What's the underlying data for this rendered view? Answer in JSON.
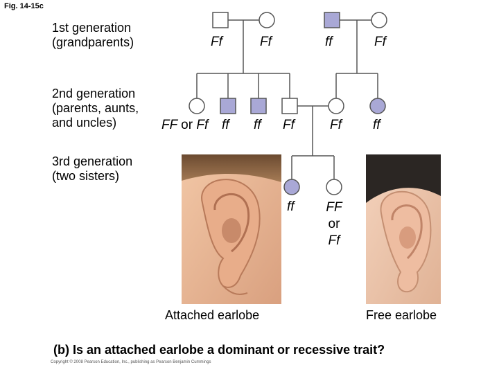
{
  "figure_label": "Fig. 14-15c",
  "generations": {
    "first": "1st generation\n(grandparents)",
    "second": "2nd generation\n(parents, aunts,\nand uncles)",
    "third": "3rd generation\n(two sisters)"
  },
  "genotypes": {
    "g1_left_male": "Ff",
    "g1_left_female": "Ff",
    "g1_right_male": "ff",
    "g1_right_female": "Ff",
    "g2_ff_or": "FF",
    "g2_or_word": "or",
    "g2_ff_or_b": "Ff",
    "g2_aunt_male": "ff",
    "g2_aunt_male2": "ff",
    "g2_father": "Ff",
    "g2_mother": "Ff",
    "g2_right_female": "ff",
    "g3_sister1": "ff",
    "g3_sister2_line1": "FF",
    "g3_sister2_line2": "or",
    "g3_sister2_line3": "Ff"
  },
  "captions": {
    "attached": "Attached earlobe",
    "free": "Free earlobe"
  },
  "question": "(b) Is an attached earlobe a dominant or recessive trait?",
  "copyright": "Copyright © 2008 Pearson Education, Inc., publishing as Pearson Benjamin Cummings",
  "colors": {
    "affected_fill": "#a9a8d6",
    "unaffected_fill": "#ffffff",
    "line": "#555555"
  }
}
